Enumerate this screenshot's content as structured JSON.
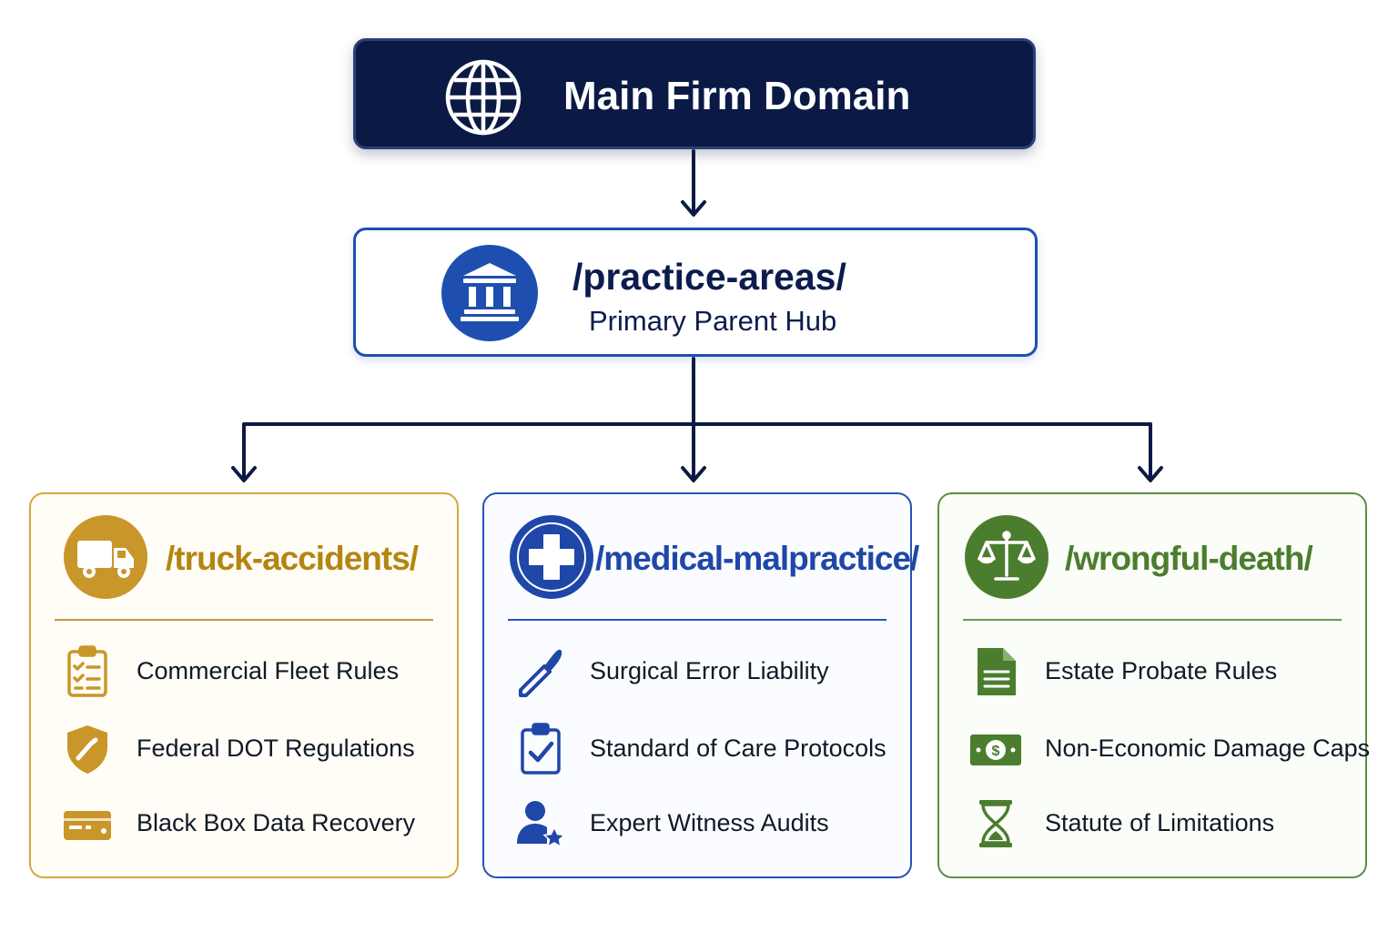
{
  "root": {
    "title": "Main Firm Domain",
    "icon": "globe-icon"
  },
  "hub": {
    "path": "/practice-areas/",
    "subtitle": "Primary Parent Hub",
    "icon": "courthouse-icon"
  },
  "colors": {
    "navy": "#0b1a45",
    "hub_blue": "#1e4fb0",
    "gold": "#c9962a",
    "blue": "#1e47a8",
    "green": "#4b7d2e"
  },
  "cards": [
    {
      "path": "/truck-accidents/",
      "icon": "truck-icon",
      "items": [
        {
          "label": "Commercial Fleet Rules",
          "icon": "checklist-clipboard-icon"
        },
        {
          "label": "Federal DOT Regulations",
          "icon": "shield-icon"
        },
        {
          "label": "Black Box Data Recovery",
          "icon": "data-recorder-icon"
        }
      ]
    },
    {
      "path": "/medical-malpractice/",
      "icon": "medical-cross-icon",
      "items": [
        {
          "label": "Surgical Error Liability",
          "icon": "scalpel-icon"
        },
        {
          "label": "Standard of Care Protocols",
          "icon": "clipboard-check-icon"
        },
        {
          "label": "Expert Witness Audits",
          "icon": "user-star-icon"
        }
      ]
    },
    {
      "path": "/wrongful-death/",
      "icon": "scales-icon",
      "items": [
        {
          "label": "Estate Probate Rules",
          "icon": "document-icon"
        },
        {
          "label": "Non-Economic Damage Caps",
          "icon": "dollar-bill-icon"
        },
        {
          "label": "Statute of Limitations",
          "icon": "hourglass-icon"
        }
      ]
    }
  ]
}
